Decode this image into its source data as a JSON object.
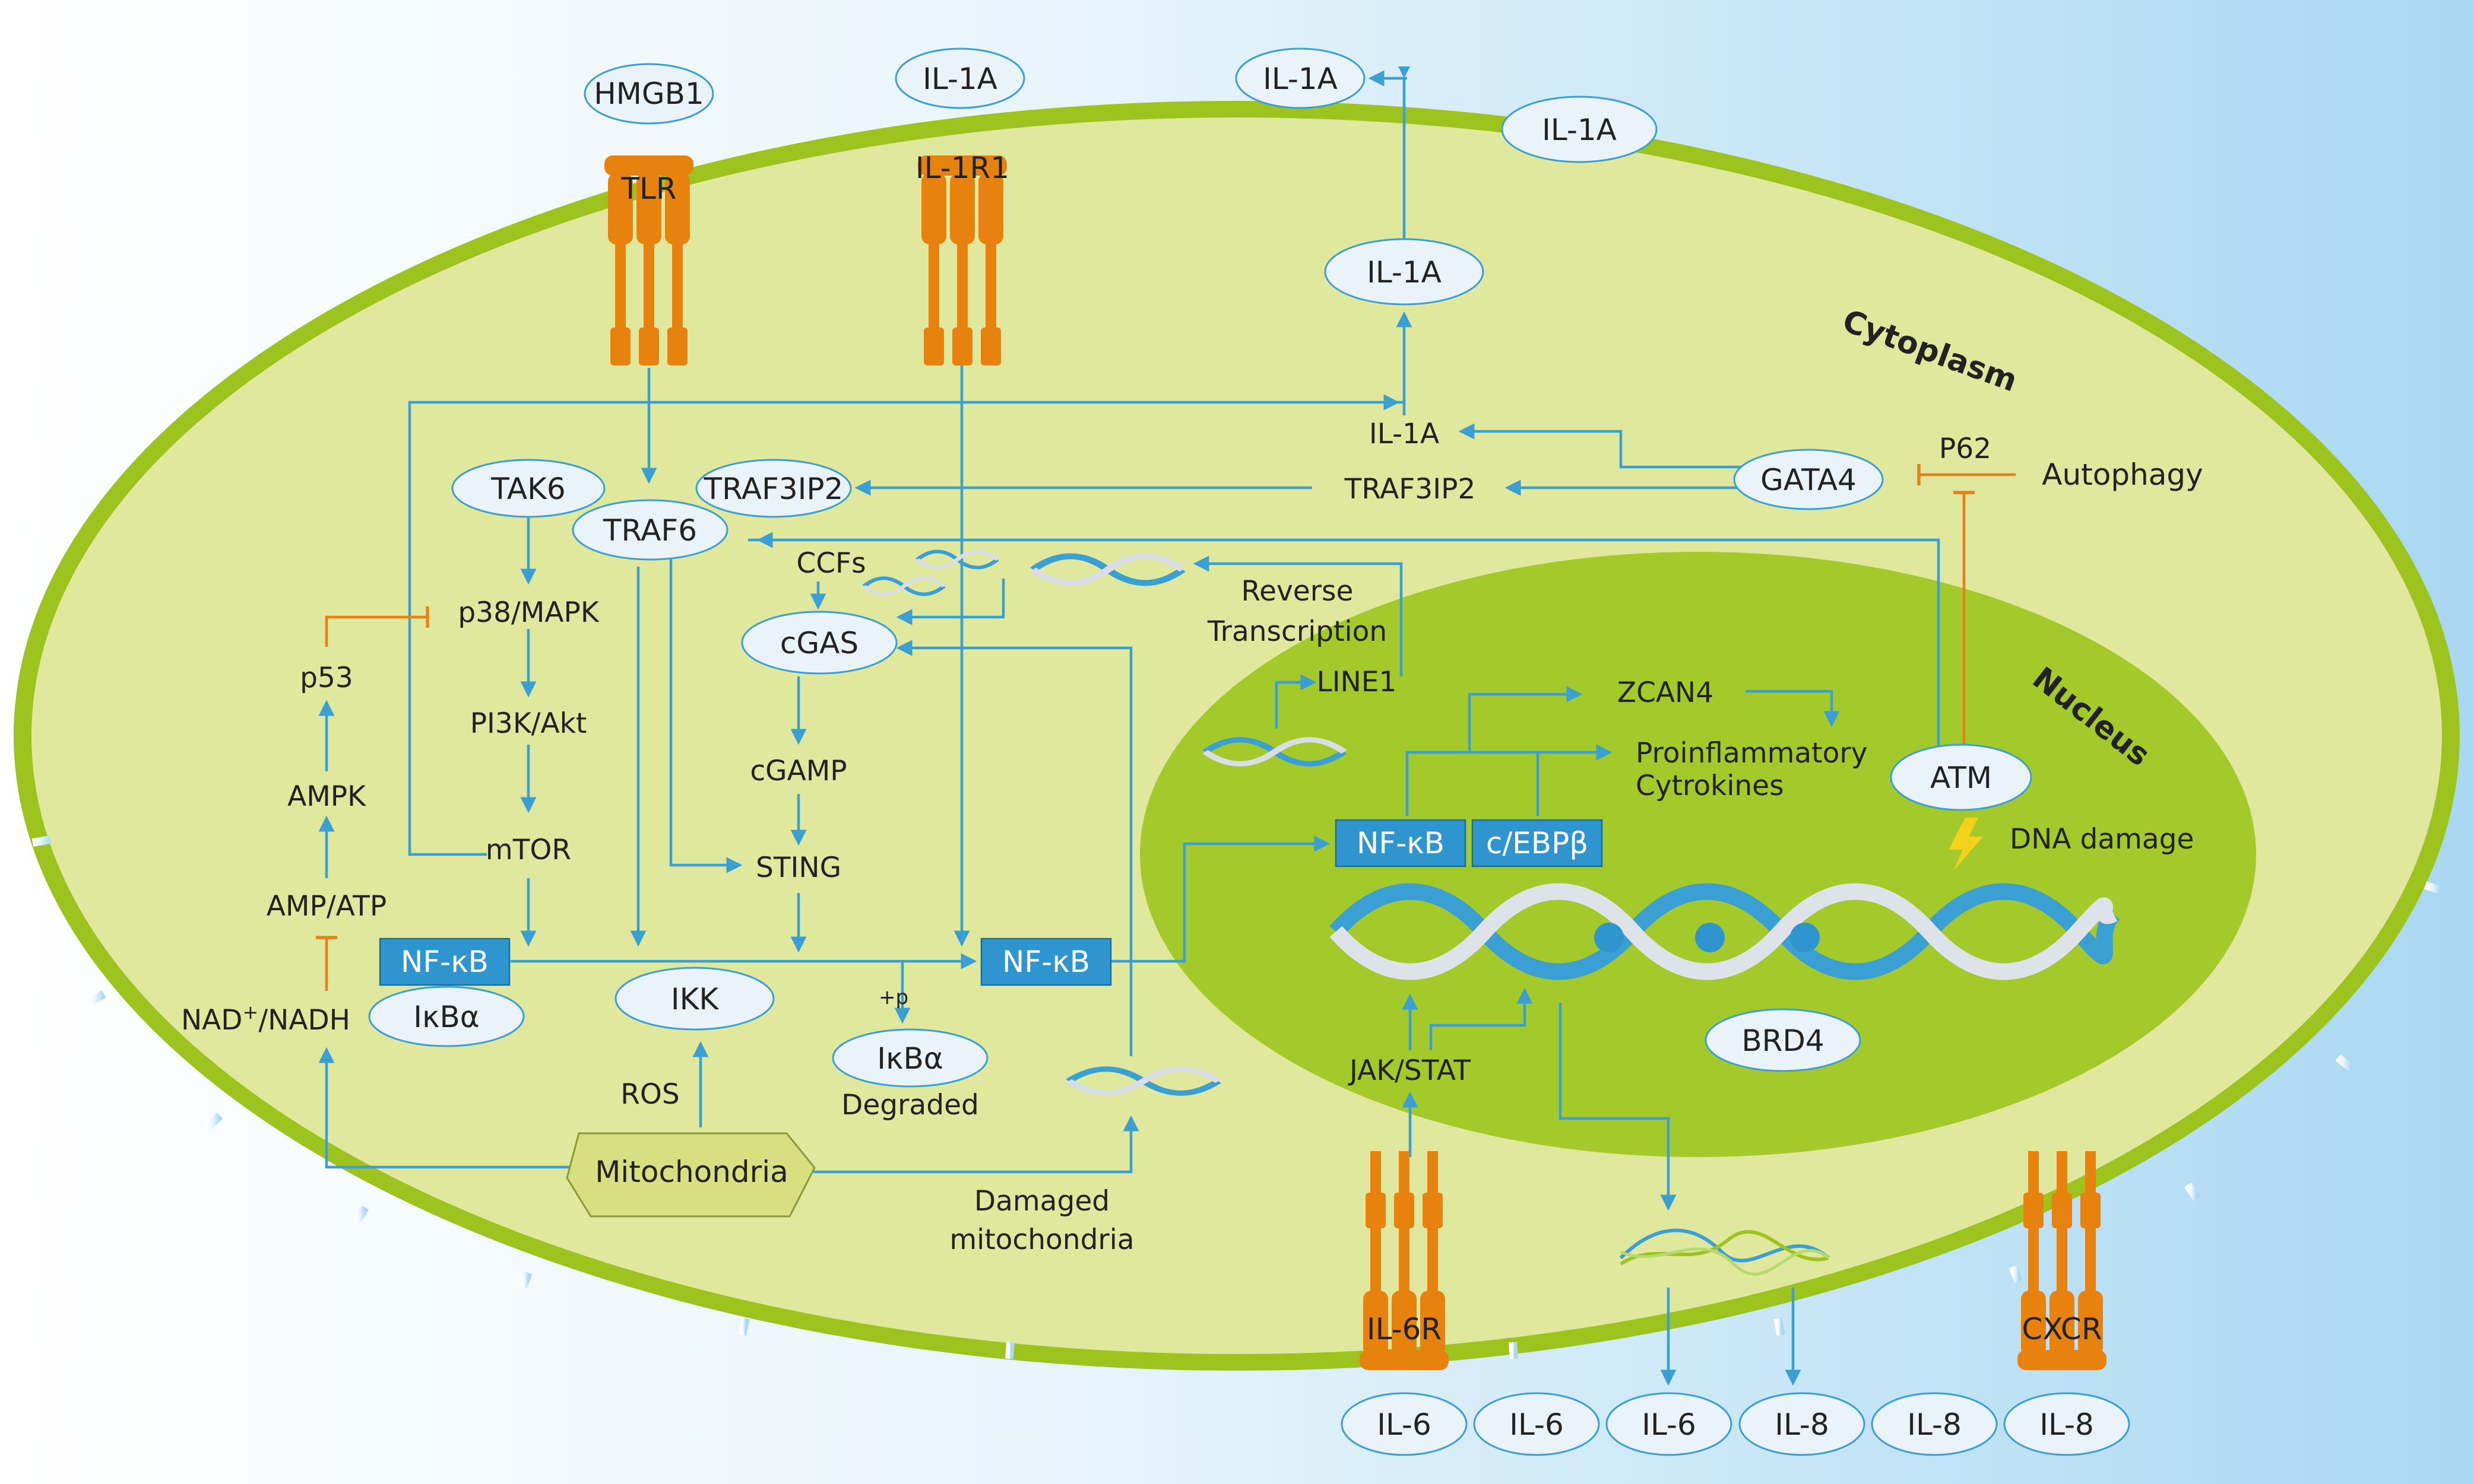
{
  "regions": {
    "cytoplasm": "Cytoplasm",
    "nucleus": "Nucleus"
  },
  "receptors": {
    "tlr": "TLR",
    "il1r1": "IL-1R1",
    "il6r": "IL-6R",
    "cxcr": "CXCR"
  },
  "extracellular": {
    "hmgb1": "HMGB1",
    "il1a_ligand": "IL-1A",
    "il1a_released": "IL-1A",
    "il1a_membrane": "IL-1A",
    "il6_1": "IL-6",
    "il6_2": "IL-6",
    "il6_3": "IL-6",
    "il8_1": "IL-8",
    "il8_2": "IL-8",
    "il8_3": "IL-8"
  },
  "cytoplasm_nodes": {
    "il1a_vesicle": "IL-1A",
    "il1a_text": "IL-1A",
    "p62": "P62",
    "autophagy": "Autophagy",
    "gata4": "GATA4",
    "traf3ip2_text": "TRAF3IP2",
    "traf3ip2_node": "TRAF3IP2",
    "tak6": "TAK6",
    "traf6": "TRAF6",
    "ccfs": "CCFs",
    "cgas": "cGAS",
    "cgamp": "cGAMP",
    "sting": "STING",
    "p38": "p38/MAPK",
    "pi3k": "PI3K/Akt",
    "mtor": "mTOR",
    "p53": "p53",
    "ampk": "AMPK",
    "ampatp": "AMP/ATP",
    "nad_prefix": "NAD",
    "nad_sup": "+",
    "nad_suffix": "/NADH",
    "nfkb_left": "NF-κB",
    "ikba_left": "IκBα",
    "ikk": "IKK",
    "nfkb_mid": "NF-κB",
    "plus_p": "+p",
    "ikba_degraded": "IκBα",
    "degraded": "Degraded",
    "ros": "ROS",
    "mitochondria": "Mitochondria",
    "damaged_1": "Damaged",
    "damaged_2": "mitochondria",
    "reverse_1": "Reverse",
    "reverse_2": "Transcription"
  },
  "nucleus_nodes": {
    "line1": "LINE1",
    "zcan4": "ZCAN4",
    "proinflam_1": "Proinflammatory",
    "proinflam_2": "Cytrokines",
    "atm": "ATM",
    "dna_damage": "DNA damage",
    "nfkb": "NF-κB",
    "cebpb": "c/EBPβ",
    "brd4": "BRD4",
    "jakstat": "JAK/STAT"
  },
  "colors": {
    "arrow": "#3a9fd3",
    "inhibit": "#e6811a",
    "membrane": "#9dc41e",
    "cytoplasm": "#dfe89c",
    "nucleus": "#a3c92b",
    "receptor": "#e7820f",
    "nfkb_box": "#2f95cf"
  }
}
